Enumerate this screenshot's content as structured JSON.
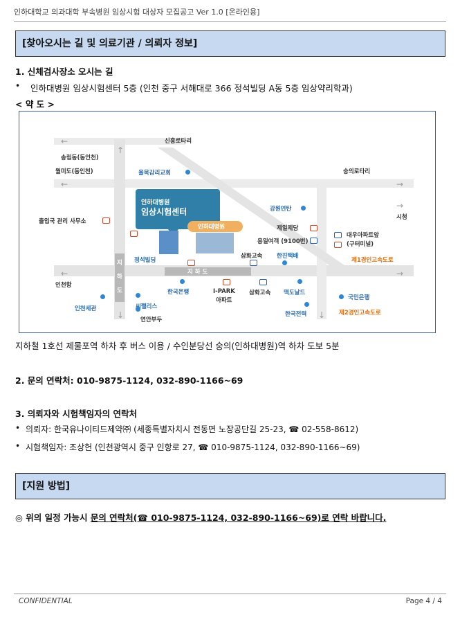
{
  "header": "인하대학교 의과대학 부속병원 임상시험 대상자 모집공고 Ver 1.0 [온라인용]",
  "section1_title": "[찾아오시는 길 및 의료기관 / 의뢰자 정보]",
  "item1_title": "1.  신체검사장소 오시는 길",
  "item1_bullet": "•",
  "item1_address": "인하대병원 임상시험센터 5층 (인천 중구 서해대로 366 정석빌딩 A동 5층 임상약리학과)",
  "map_heading": "< 약 도 >",
  "map": {
    "center_title": "인하대병원",
    "center_subtitle": "임상시험센터",
    "hospital": "인하대병원",
    "labels": {
      "sinheung": "신흥로타리",
      "songrim": "송림동(동인천)",
      "wolmi": "월미도(동인천)",
      "yulmok": "율목감리교회",
      "sungui": "숭의로타리",
      "immigration": "출입국 관리 사무소",
      "gangwon": "강원연탄",
      "jeil": "제일제당",
      "yongil": "용일여객 (9100번)",
      "daewoo": "대우아파트앞",
      "daewoo2": "(구터미널)",
      "sicheong": "시청",
      "jungseok": "정석빌딩",
      "samhwa1": "삼화고속",
      "hanjin": "한진택배",
      "gyeongin1": "제1경인고속도로",
      "incheonhang": "인천항",
      "bank": "한국은행",
      "ipark": "I-PARK",
      "ipark2": "아파트",
      "samhwa2": "삼화고속",
      "mcd": "맥도날드",
      "kookmin": "국민은행",
      "customs": "인천세관",
      "ferry": "씨펠리스",
      "yeonan": "연안부두",
      "kepco": "한국전력",
      "gyeongin2": "제2경인고속도로",
      "underpass": "지 하 도",
      "underpass_v1": "지",
      "underpass_v2": "하",
      "underpass_v3": "도"
    }
  },
  "directions": "지하철 1호선 제물포역 하차 후 버스 이용 / 수인분당선 숭의(인하대병원)역 하차 도보 5분",
  "item2_label": "2.  문의 연락처: ",
  "item2_phone": "010-9875-1124, 032-890-1166~69",
  "item3_title": "3.  의뢰자와 시험책임자의 연락처",
  "item3_sponsor": "의뢰자: 한국유나이티드제약㈜ (세종특별자치시 전동면 노장공단길 25-23, ☎ 02-558-8612)",
  "item3_pi": "시험책임자: 조상헌 (인천광역시 중구 인항로 27, ☎ 010-9875-1124, 032-890-1166~69)",
  "section2_title": "[지원 방법]",
  "apply_prefix": "◎  위의 일정 가능시 ",
  "apply_underlined": "문의 연락처(☎ 010-9875-1124, 032-890-1166~69)로 연락 바랍니다.",
  "footer_left": "CONFIDENTIAL",
  "footer_right": "Page 4 / 4"
}
